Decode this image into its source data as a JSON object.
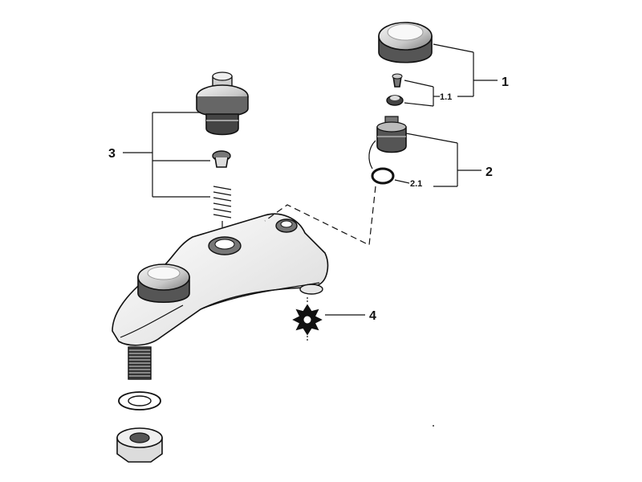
{
  "callouts": {
    "c1": "1",
    "c1_1": "1.1",
    "c2": "2",
    "c2_1": "2.1",
    "c3": "3",
    "c4": "4"
  }
}
